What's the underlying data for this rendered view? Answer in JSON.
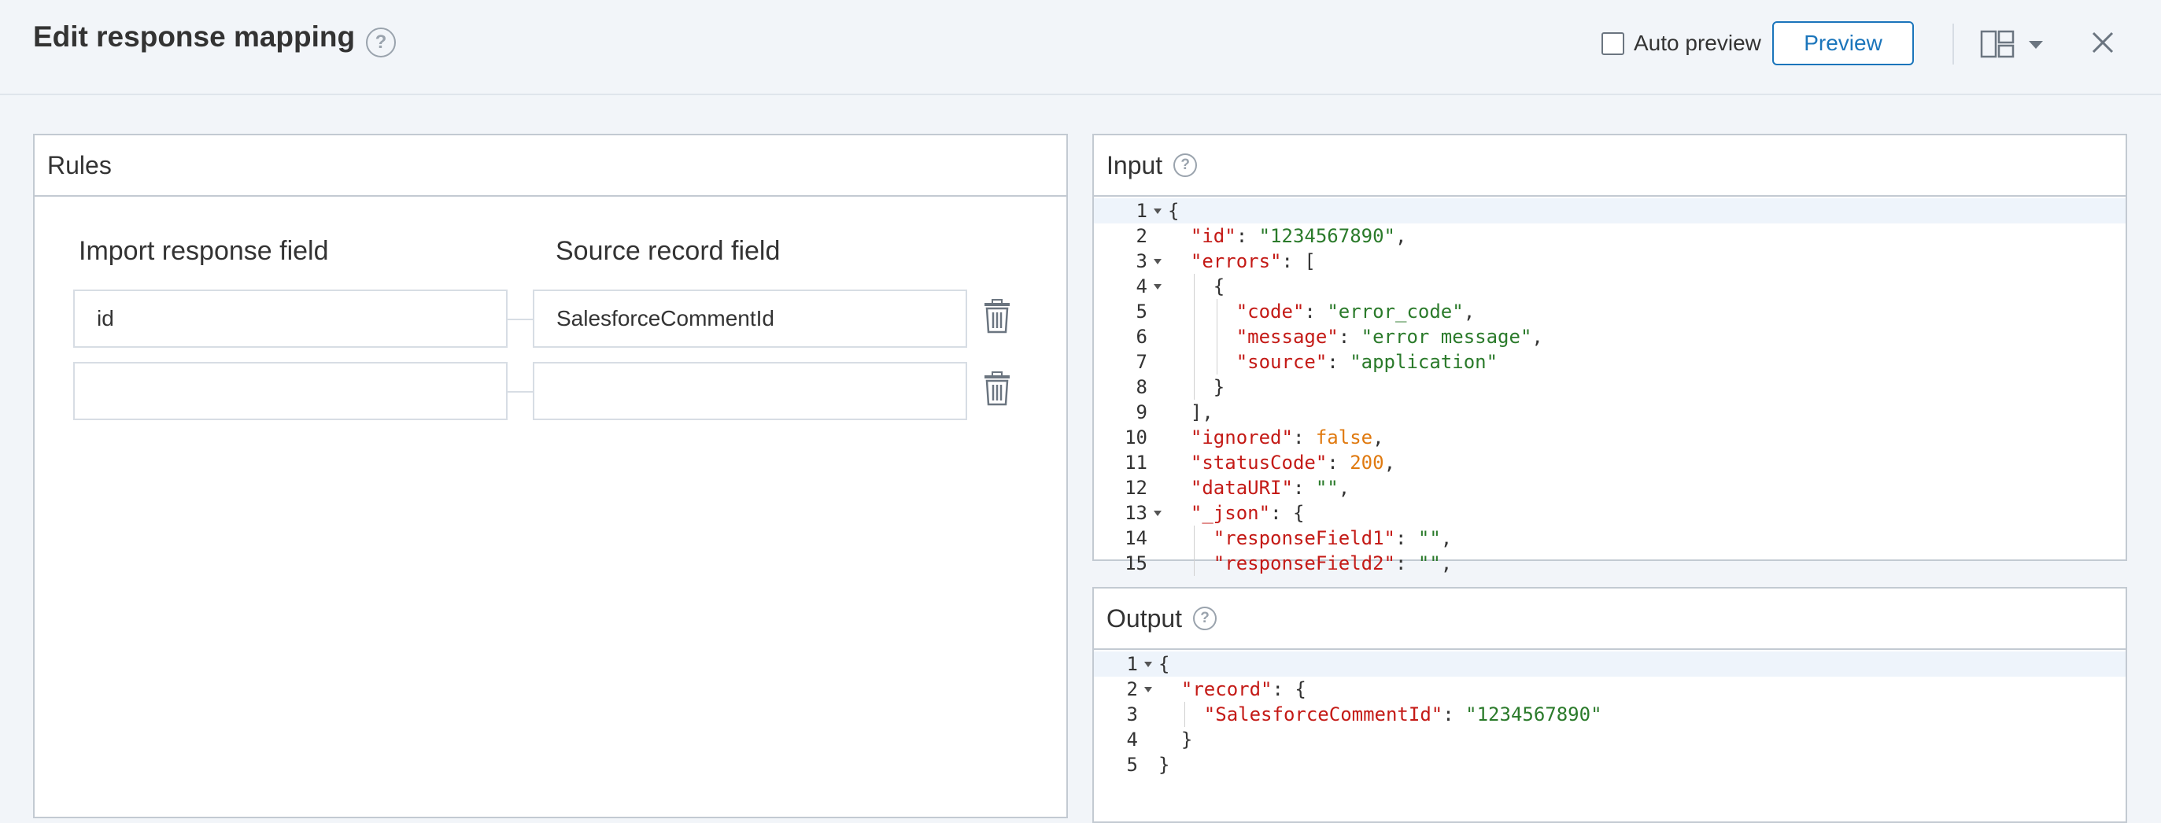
{
  "header": {
    "title": "Edit response mapping",
    "help_icon": "question-circle-icon",
    "auto_preview_label": "Auto preview",
    "auto_preview_checked": false,
    "preview_label": "Preview",
    "layout_icon": "layout-columns-icon",
    "close_icon": "close-icon",
    "accent_color": "#1b75bb"
  },
  "rules": {
    "title": "Rules",
    "col_import": "Import response field",
    "col_source": "Source record field",
    "rows": [
      {
        "import_value": "id",
        "source_value": "SalesforceCommentId"
      },
      {
        "import_value": "",
        "source_value": ""
      }
    ],
    "delete_icon": "trash-icon"
  },
  "input": {
    "title": "Input",
    "lines": [
      {
        "n": "1",
        "fold": true
      },
      {
        "n": "2",
        "fold": false
      },
      {
        "n": "3",
        "fold": true
      },
      {
        "n": "4",
        "fold": true
      },
      {
        "n": "5",
        "fold": false
      },
      {
        "n": "6",
        "fold": false
      },
      {
        "n": "7",
        "fold": false
      },
      {
        "n": "8",
        "fold": false
      },
      {
        "n": "9",
        "fold": false
      },
      {
        "n": "10",
        "fold": false
      },
      {
        "n": "11",
        "fold": false
      },
      {
        "n": "12",
        "fold": false
      },
      {
        "n": "13",
        "fold": true
      },
      {
        "n": "14",
        "fold": false
      },
      {
        "n": "15",
        "fold": false
      }
    ],
    "code": [
      "{",
      "  \"id\": \"1234567890\",",
      "  \"errors\": [",
      "    {",
      "      \"code\": \"error_code\",",
      "      \"message\": \"error message\",",
      "      \"source\": \"application\"",
      "    }",
      "  ],",
      "  \"ignored\": false,",
      "  \"statusCode\": 200,",
      "  \"dataURI\": \"\",",
      "  \"_json\": {",
      "    \"responseField1\": \"\",",
      "    \"responseField2\": \"\","
    ]
  },
  "output": {
    "title": "Output",
    "lines": [
      {
        "n": "1",
        "fold": true
      },
      {
        "n": "2",
        "fold": true
      },
      {
        "n": "3",
        "fold": false
      },
      {
        "n": "4",
        "fold": false
      },
      {
        "n": "5",
        "fold": false
      }
    ],
    "code": [
      "{",
      "  \"record\": {",
      "    \"SalesforceCommentId\": \"1234567890\"",
      "  }",
      "}"
    ]
  }
}
